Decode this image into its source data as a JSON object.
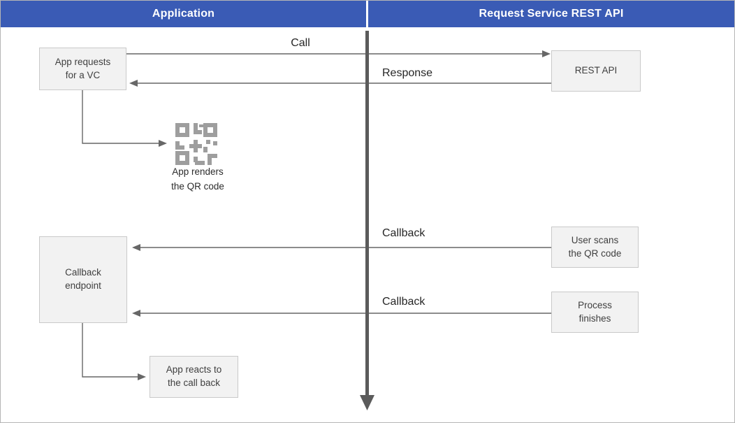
{
  "title_bar": {
    "application_label": "Application",
    "rest_api_label": "Request Service REST API"
  },
  "boxes": {
    "app_requests": "App requests\nfor a VC",
    "rest_api": "REST API",
    "callback_endpoint": "Callback\nendpoint",
    "user_scans": "User scans\nthe QR code",
    "process_finishes": "Process\nfinishes",
    "app_reacts": "App reacts to\nthe call back"
  },
  "arrow_labels": {
    "call": "Call",
    "response": "Response",
    "callback_scan": "Callback",
    "callback_finish": "Callback"
  },
  "captions": {
    "qr_code": "App renders\nthe QR code"
  },
  "icons": {
    "qr_code": "qr-code-icon"
  },
  "colors": {
    "header_bg": "#3a5bb5",
    "header_text": "#ffffff",
    "box_fill": "#f2f2f2",
    "box_border": "#c9c9c9",
    "arrow": "#676767",
    "lifeline": "#5b5b5b",
    "qr_icon": "#9e9e9e",
    "outer_border": "#b5b5b5"
  }
}
